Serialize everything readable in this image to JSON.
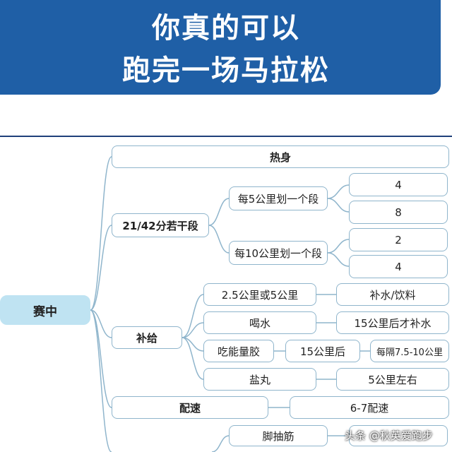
{
  "banner": {
    "line1": "你真的可以",
    "line2": "跑完一场马拉松"
  },
  "root": "赛中",
  "warmup": "热身",
  "segments": {
    "label": "21/42分若干段",
    "by5": {
      "label": "每5公里划一个段",
      "options": [
        "4",
        "8"
      ]
    },
    "by10": {
      "label": "每10公里划一个段",
      "options": [
        "2",
        "4"
      ]
    }
  },
  "supply": {
    "label": "补给",
    "rows": [
      {
        "item": "2.5公里或5公里",
        "detail": "补水/饮料"
      },
      {
        "item": "喝水",
        "detail": "15公里后才补水"
      },
      {
        "item": "吃能量胶",
        "when": "15公里后",
        "detail": "每隔7.5-10公里"
      },
      {
        "item": "盐丸",
        "detail": "5公里左右"
      }
    ]
  },
  "pace": {
    "label": "配速",
    "value": "6-7配速"
  },
  "cramp": {
    "label": "脚抽筋"
  },
  "watermark": "头条 @秋英爱跑步"
}
